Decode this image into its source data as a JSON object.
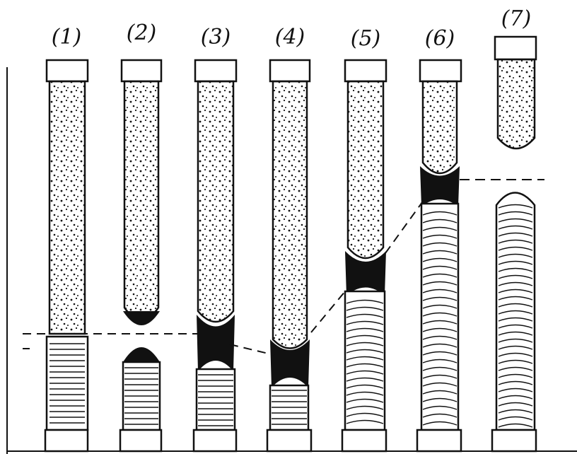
{
  "figure": {
    "tubes": [
      {
        "label": "(1)"
      },
      {
        "label": "(2)"
      },
      {
        "label": "(3)"
      },
      {
        "label": "(4)"
      },
      {
        "label": "(5)"
      },
      {
        "label": "(6)"
      },
      {
        "label": "(7)"
      }
    ],
    "colors": {
      "ink": "#111111",
      "paper": "#ffffff"
    }
  }
}
